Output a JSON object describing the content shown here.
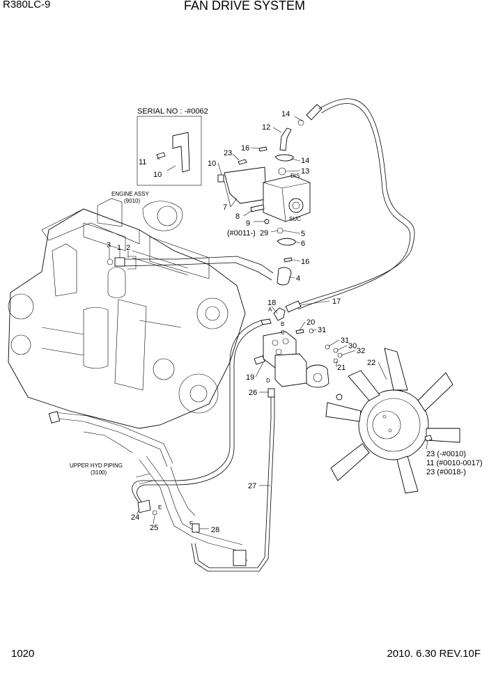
{
  "header": {
    "model": "R380LC-9",
    "title": "FAN DRIVE SYSTEM"
  },
  "footer": {
    "page_number": "1020",
    "revision": "2010. 6.30  REV.10F"
  },
  "callouts": {
    "serial_box": "SERIAL NO : -#0062",
    "engine_assy": "ENGINE ASSY",
    "engine_assy_ref": "(9010)",
    "upper_hyd_piping": "UPPER HYD PIPING",
    "upper_hyd_piping_ref": "(3100)",
    "port_dis": "DIS",
    "port_suc": "SUC",
    "port_a": "A",
    "port_b": "B",
    "port_c": "C",
    "port_d": "D",
    "port_e": "E",
    "port_f": "F",
    "note_29": "(#0011-)",
    "note_23a": "23 (-#0010)",
    "note_11": "11 (#0010-0017)",
    "note_23b": "23 (#0018-)"
  },
  "part_numbers": {
    "p1": "1",
    "p2": "2",
    "p3": "3",
    "p4": "4",
    "p5": "5",
    "p6": "6",
    "p7": "7",
    "p8": "8",
    "p9": "9",
    "p10a": "10",
    "p10b": "10",
    "p11": "11",
    "p12": "12",
    "p13": "13",
    "p14a": "14",
    "p14b": "14",
    "p16a": "16",
    "p16b": "16",
    "p17": "17",
    "p18": "18",
    "p19": "19",
    "p20": "20",
    "p21": "21",
    "p22": "22",
    "p23": "23",
    "p24": "24",
    "p25": "25",
    "p26": "26",
    "p27": "27",
    "p28": "28",
    "p29": "29",
    "p30": "30",
    "p31a": "31",
    "p31b": "31",
    "p32": "32"
  }
}
